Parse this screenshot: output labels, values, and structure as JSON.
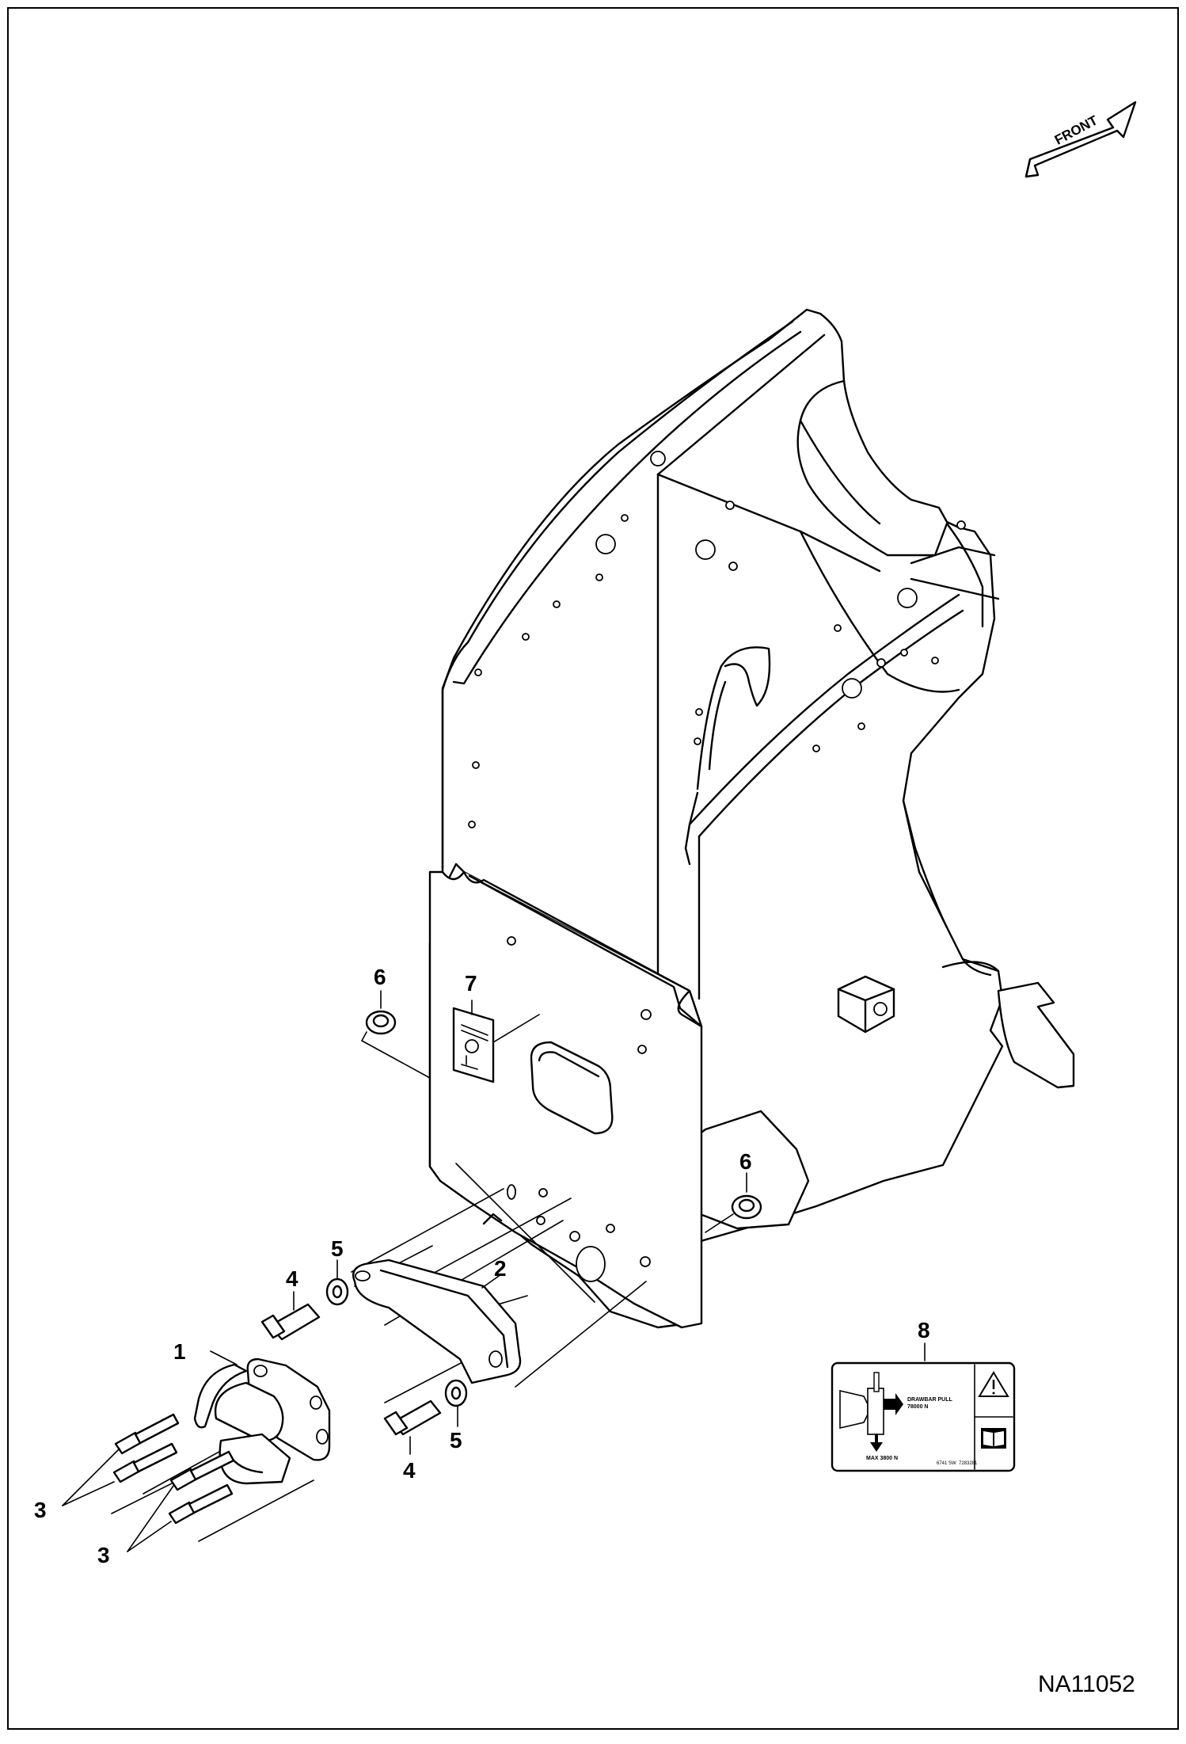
{
  "drawing_code": "NA11052",
  "front_arrow_label": "FRONT",
  "callouts": {
    "c1": "1",
    "c2": "2",
    "c3a": "3",
    "c3b": "3",
    "c4a": "4",
    "c4b": "4",
    "c5a": "5",
    "c5b": "5",
    "c6a": "6",
    "c6b": "6",
    "c7": "7",
    "c8": "8"
  },
  "decal": {
    "pull_title": "DRAWBAR PULL",
    "pull_value": "78000 N",
    "max_label": "MAX 3800 N",
    "part_a": "6741 SW",
    "part_b": "7283281"
  }
}
